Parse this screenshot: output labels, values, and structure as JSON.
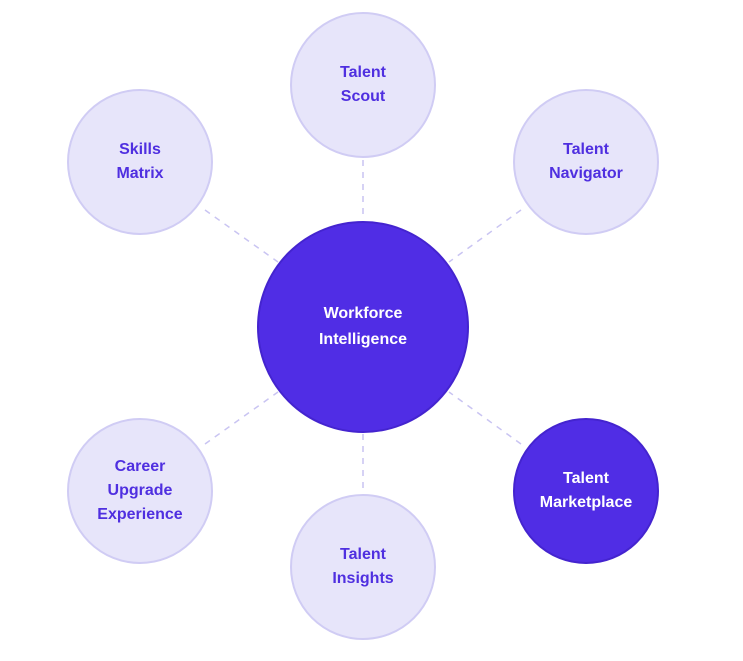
{
  "center": {
    "label": "Workforce\nIntelligence"
  },
  "nodes": [
    {
      "id": "talent-scout",
      "label": "Talent\nScout",
      "highlighted": false
    },
    {
      "id": "skills-matrix",
      "label": "Skills\nMatrix",
      "highlighted": false
    },
    {
      "id": "talent-navigator",
      "label": "Talent\nNavigator",
      "highlighted": false
    },
    {
      "id": "career-upgrade-experience",
      "label": "Career\nUpgrade\nExperience",
      "highlighted": false
    },
    {
      "id": "talent-insights",
      "label": "Talent\nInsights",
      "highlighted": false
    },
    {
      "id": "talent-marketplace",
      "label": "Talent\nMarketplace",
      "highlighted": true
    }
  ],
  "colors": {
    "primary": "#502de5",
    "satellite_fill": "#e7e5fa",
    "satellite_border": "#d0ccf4",
    "satellite_text": "#4f2fe0",
    "connector": "#c9c4f2"
  }
}
